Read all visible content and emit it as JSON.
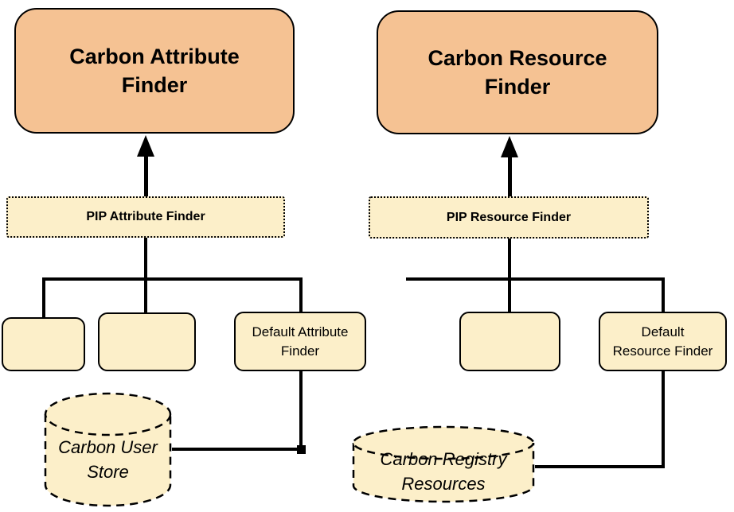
{
  "colors": {
    "main_fill": "#F5C293",
    "node_fill": "#FCEFC9",
    "line": "#000000",
    "background": "#FFFFFF"
  },
  "left": {
    "main": {
      "lines": [
        "Carbon Attribute",
        "Finder"
      ]
    },
    "pip_label": "PIP Attribute Finder",
    "default_finder": {
      "lines": [
        "Default Attribute",
        "Finder"
      ]
    },
    "datastore": {
      "lines": [
        "Carbon User",
        "Store"
      ]
    }
  },
  "right": {
    "main": {
      "lines": [
        "Carbon Resource",
        "Finder"
      ]
    },
    "pip_label": "PIP Resource Finder",
    "default_finder": {
      "lines": [
        "Default",
        "Resource Finder"
      ]
    },
    "datastore": {
      "lines": [
        "Carbon Registry",
        "Resources"
      ]
    }
  }
}
